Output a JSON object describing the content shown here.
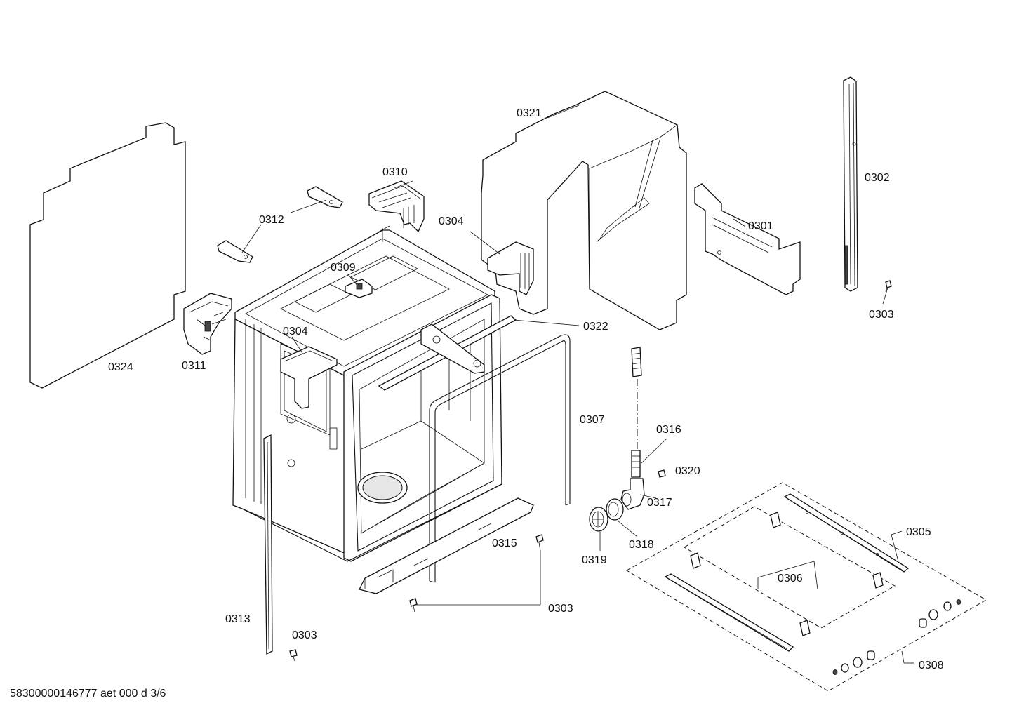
{
  "diagram": {
    "parts": [
      {
        "id": "p0321",
        "label": "0321"
      },
      {
        "id": "p0302",
        "label": "0302"
      },
      {
        "id": "p0310",
        "label": "0310"
      },
      {
        "id": "p0312",
        "label": "0312"
      },
      {
        "id": "p0304a",
        "label": "0304"
      },
      {
        "id": "p0301",
        "label": "0301"
      },
      {
        "id": "p0309",
        "label": "0309"
      },
      {
        "id": "p0303a",
        "label": "0303"
      },
      {
        "id": "p0322",
        "label": "0322"
      },
      {
        "id": "p0304b",
        "label": "0304"
      },
      {
        "id": "p0324",
        "label": "0324"
      },
      {
        "id": "p0311",
        "label": "0311"
      },
      {
        "id": "p0307",
        "label": "0307"
      },
      {
        "id": "p0316",
        "label": "0316"
      },
      {
        "id": "p0320",
        "label": "0320"
      },
      {
        "id": "p0317",
        "label": "0317"
      },
      {
        "id": "p0305",
        "label": "0305"
      },
      {
        "id": "p0318",
        "label": "0318"
      },
      {
        "id": "p0315",
        "label": "0315"
      },
      {
        "id": "p0319",
        "label": "0319"
      },
      {
        "id": "p0306",
        "label": "0306"
      },
      {
        "id": "p0303b",
        "label": "0303"
      },
      {
        "id": "p0313",
        "label": "0313"
      },
      {
        "id": "p0303c",
        "label": "0303"
      },
      {
        "id": "p0308",
        "label": "0308"
      }
    ],
    "footer_text": "58300000146777 aet 000 d 3/6"
  }
}
